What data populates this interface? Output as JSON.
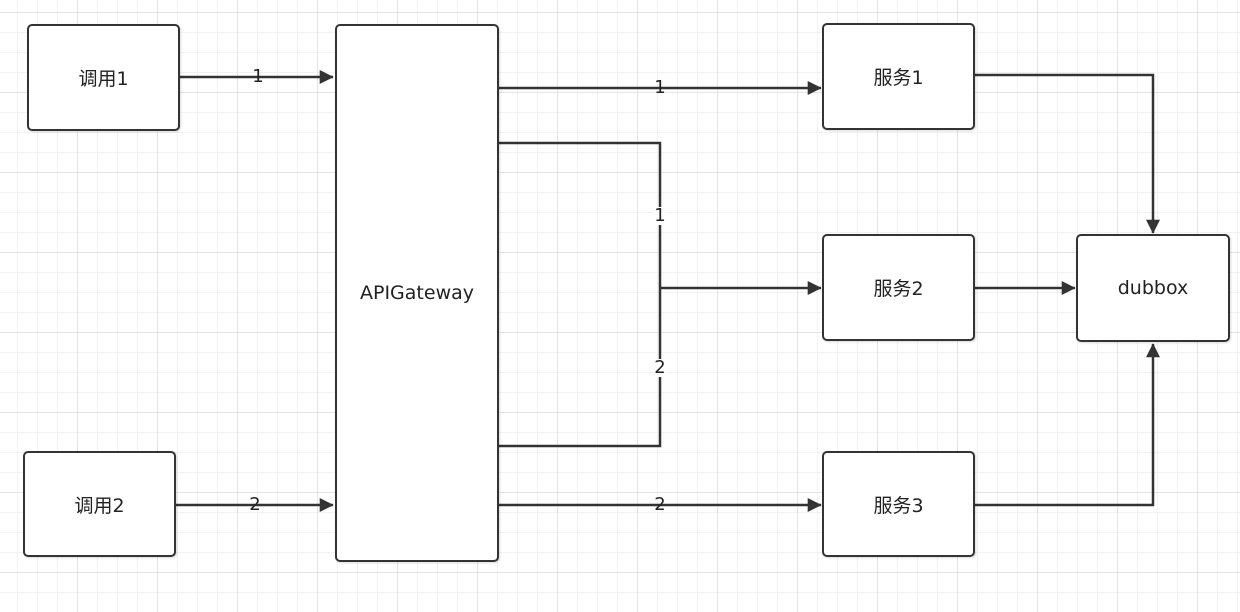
{
  "nodes": {
    "call1": "调用1",
    "call2": "调用2",
    "gateway": "APIGateway",
    "service1": "服务1",
    "service2": "服务2",
    "service3": "服务3",
    "dubbox": "dubbox"
  },
  "edge_labels": {
    "call1_to_gateway": "1",
    "call2_to_gateway": "2",
    "gateway_to_service1": "1",
    "gateway_to_service2_upper": "1",
    "gateway_to_service2_lower": "2",
    "gateway_to_service3": "2"
  },
  "colors": {
    "stroke": "#333333",
    "grid": "#e4e4e4",
    "background": "#ffffff"
  }
}
